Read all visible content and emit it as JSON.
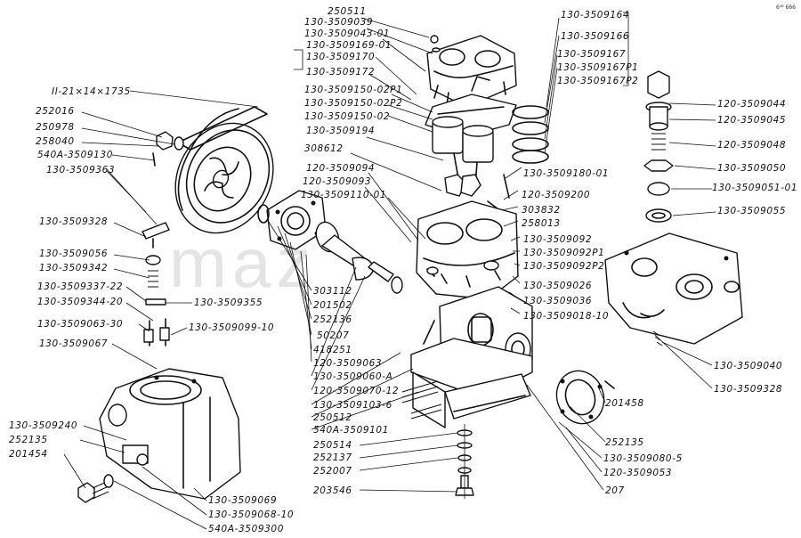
{
  "diagram": {
    "watermark": "maz",
    "corner_mark": "6⁴⁸ 666"
  },
  "labels": {
    "l250511": "250511",
    "l3509039": "130-3509039",
    "l350904301": "130-3509043-01",
    "l350916901": "130-3509169-01",
    "l3509170": "130-3509170",
    "l3509172": "130-3509172",
    "l350915002p1": "130-3509150-02P1",
    "l350915002p2": "130-3509150-02P2",
    "l350915002": "130-3509150-02",
    "l3509194": "130-3509194",
    "l308612": "308612",
    "l3509094": "120-3509094",
    "l3509093": "120-3509093",
    "l350911001": "130-3509110-01",
    "l3509164": "130-3509164",
    "l3509166": "130-3509166",
    "l3509167": "130-3509167",
    "l3509167p1": "130-3509167P1",
    "l3509167p2": "130-3509167P2",
    "l3509044": "120-3509044",
    "l3509045": "120-3509045",
    "l3509048": "120-3509048",
    "l3509050": "130-3509050",
    "l350905101": "130-3509051-01",
    "l3509055": "130-3509055",
    "lbelt": "II-21×14×1735",
    "l252016": "252016",
    "l250978": "250978",
    "l258040": "258040",
    "l540a3509130": "540A-3509130",
    "l3509363": "130-3509363",
    "l3509328a": "130-3509328",
    "l3509056": "130-3509056",
    "l3509342": "130-3509342",
    "l350933722": "130-3509337-22",
    "l350934420": "130-3509344-20",
    "l350906330": "130-3509063-30",
    "l3509067": "130-3509067",
    "l3509355": "130-3509355",
    "l350909910": "130-3509099-10",
    "l350918001": "130-3509180-01",
    "l3509200": "120-3509200",
    "l303832": "303832",
    "l258013": "258013",
    "l3509092": "130-3509092",
    "l3509092p1": "130-3509092P1",
    "l3509092p2": "130-3509092P2",
    "l3509026": "130-3509026",
    "l3509036": "130-3509036",
    "l350901810": "130-3509018-10",
    "l303112": "303112",
    "l201502": "201502",
    "l252136": "252136",
    "l50207": "50207",
    "l418251": "418251",
    "l3509063": "120-3509063",
    "l3509060a": "130-3509060-A",
    "l350907012": "120-3509070-12",
    "l35091036": "130-3509103-6",
    "l250512": "250512",
    "l540a3509101": "540A-3509101",
    "l250514": "250514",
    "l252137": "252137",
    "l252007": "252007",
    "l203546": "203546",
    "l3509040": "130-3509040",
    "l3509328b": "130-3509328",
    "l201458": "201458",
    "l252135b": "252135",
    "l35090805": "130-3509080-5",
    "l3509053": "120-3509053",
    "l207": "207",
    "l3509240": "130-3509240",
    "l252135a": "252135",
    "l201454": "201454",
    "l3509069": "130-3509069",
    "l350906810": "130-3509068-10",
    "l540a3509300": "540A-3509300"
  }
}
